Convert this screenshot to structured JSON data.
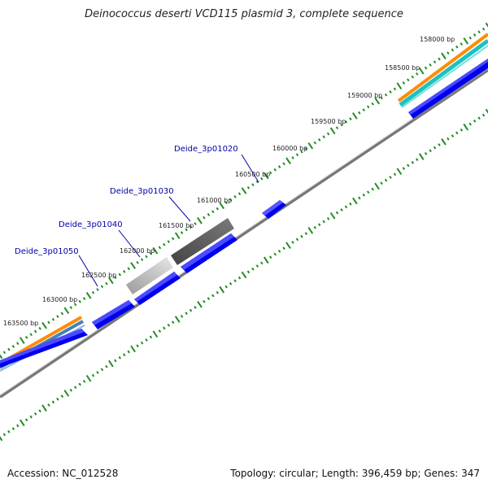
{
  "header": {
    "title": "Deinococcus deserti VCD115 plasmid 3, complete sequence"
  },
  "footer": {
    "accession": "Accession: NC_012528",
    "summary": "Topology: circular; Length: 396,459 bp; Genes: 347"
  },
  "colors": {
    "background": "#ffffff",
    "tick": "#228b22",
    "backbone": "#808080",
    "gene": "#0000ee",
    "label": "#0000aa",
    "orange": "#ff8c00",
    "cyan": "#20c0c0",
    "steel": "#4682b4",
    "dark_gray_feature": "#555555",
    "light_gray_feature": "#bdbdbd"
  },
  "scale_labels": [
    {
      "text": "158000 bp"
    },
    {
      "text": "158500 bp"
    },
    {
      "text": "159000 bp"
    },
    {
      "text": "159500 bp"
    },
    {
      "text": "160000 bp"
    },
    {
      "text": "160500 bp"
    },
    {
      "text": "161000 bp"
    },
    {
      "text": "161500 bp"
    },
    {
      "text": "162000 bp"
    },
    {
      "text": "162500 bp"
    },
    {
      "text": "163000 bp"
    },
    {
      "text": "163500 bp"
    }
  ],
  "gene_labels": [
    {
      "text": "Deide_3p01020"
    },
    {
      "text": "Deide_3p01030"
    },
    {
      "text": "Deide_3p01040"
    },
    {
      "text": "Deide_3p01050"
    }
  ]
}
